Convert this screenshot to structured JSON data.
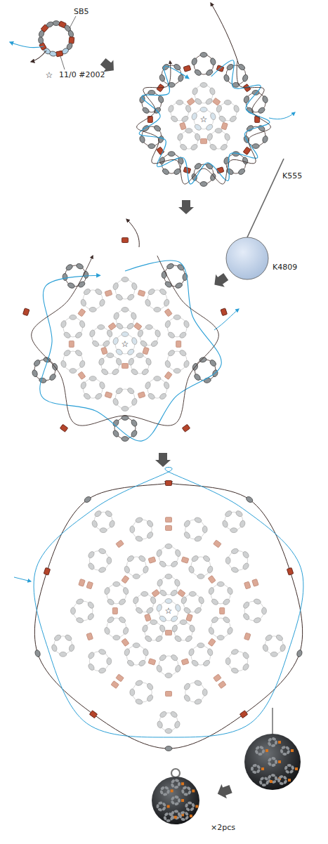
{
  "diagram": {
    "labels": [
      "SB5",
      "11/0 #2002",
      "☆",
      "☆",
      "☆",
      "☆",
      "K555",
      "K4809",
      "×2pcs"
    ]
  }
}
